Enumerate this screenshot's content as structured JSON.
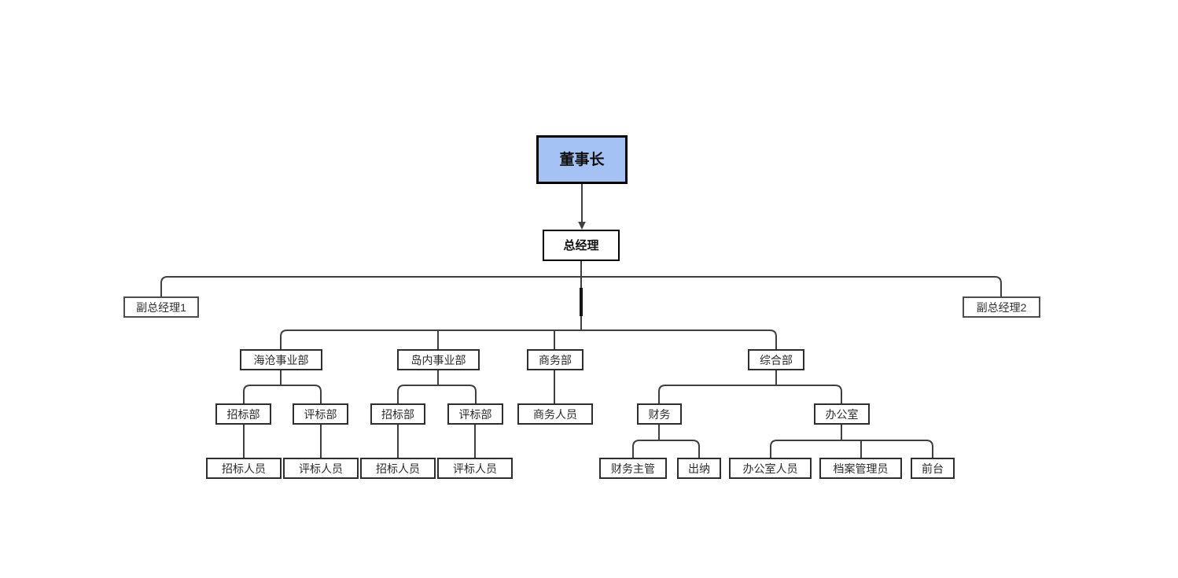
{
  "diagram": {
    "type": "org-chart",
    "colors": {
      "chairman_fill": "#a4c2f4",
      "node_fill": "#ffffff",
      "border": "#2e2e2e",
      "line": "#3f3f3f",
      "background": "#ffffff"
    },
    "nodes": {
      "chairman": {
        "label": "董事长"
      },
      "general_manager": {
        "label": "总经理"
      },
      "deputy_gm_1": {
        "label": "副总经理1"
      },
      "deputy_gm_2": {
        "label": "副总经理2"
      },
      "haicang_division": {
        "label": "海沧事业部"
      },
      "island_division": {
        "label": "岛内事业部"
      },
      "business_dept": {
        "label": "商务部"
      },
      "general_affairs_dept": {
        "label": "综合部"
      },
      "haicang_bidding_dept": {
        "label": "招标部"
      },
      "haicang_evaluation_dept": {
        "label": "评标部"
      },
      "island_bidding_dept": {
        "label": "招标部"
      },
      "island_evaluation_dept": {
        "label": "评标部"
      },
      "business_staff": {
        "label": "商务人员"
      },
      "finance": {
        "label": "财务"
      },
      "office": {
        "label": "办公室"
      },
      "haicang_bidding_staff": {
        "label": "招标人员"
      },
      "haicang_evaluation_staff": {
        "label": "评标人员"
      },
      "island_bidding_staff": {
        "label": "招标人员"
      },
      "island_evaluation_staff": {
        "label": "评标人员"
      },
      "finance_supervisor": {
        "label": "财务主管"
      },
      "cashier": {
        "label": "出纳"
      },
      "office_staff": {
        "label": "办公室人员"
      },
      "archives_manager": {
        "label": "档案管理员"
      },
      "reception": {
        "label": "前台"
      }
    },
    "edges": [
      {
        "from": "chairman",
        "to": "general_manager",
        "arrow": true
      },
      {
        "from": "general_manager",
        "to": "deputy_gm_1",
        "arrow": false
      },
      {
        "from": "general_manager",
        "to": "deputy_gm_2",
        "arrow": false
      },
      {
        "from": "general_manager",
        "to": "haicang_division",
        "arrow": false
      },
      {
        "from": "general_manager",
        "to": "island_division",
        "arrow": false
      },
      {
        "from": "general_manager",
        "to": "business_dept",
        "arrow": false
      },
      {
        "from": "general_manager",
        "to": "general_affairs_dept",
        "arrow": false
      },
      {
        "from": "haicang_division",
        "to": "haicang_bidding_dept",
        "arrow": false
      },
      {
        "from": "haicang_division",
        "to": "haicang_evaluation_dept",
        "arrow": false
      },
      {
        "from": "island_division",
        "to": "island_bidding_dept",
        "arrow": false
      },
      {
        "from": "island_division",
        "to": "island_evaluation_dept",
        "arrow": false
      },
      {
        "from": "business_dept",
        "to": "business_staff",
        "arrow": false
      },
      {
        "from": "general_affairs_dept",
        "to": "finance",
        "arrow": false
      },
      {
        "from": "general_affairs_dept",
        "to": "office",
        "arrow": false
      },
      {
        "from": "haicang_bidding_dept",
        "to": "haicang_bidding_staff",
        "arrow": false
      },
      {
        "from": "haicang_evaluation_dept",
        "to": "haicang_evaluation_staff",
        "arrow": false
      },
      {
        "from": "island_bidding_dept",
        "to": "island_bidding_staff",
        "arrow": false
      },
      {
        "from": "island_evaluation_dept",
        "to": "island_evaluation_staff",
        "arrow": false
      },
      {
        "from": "finance",
        "to": "finance_supervisor",
        "arrow": false
      },
      {
        "from": "finance",
        "to": "cashier",
        "arrow": false
      },
      {
        "from": "office",
        "to": "office_staff",
        "arrow": false
      },
      {
        "from": "office",
        "to": "archives_manager",
        "arrow": false
      },
      {
        "from": "office",
        "to": "reception",
        "arrow": false
      }
    ]
  }
}
